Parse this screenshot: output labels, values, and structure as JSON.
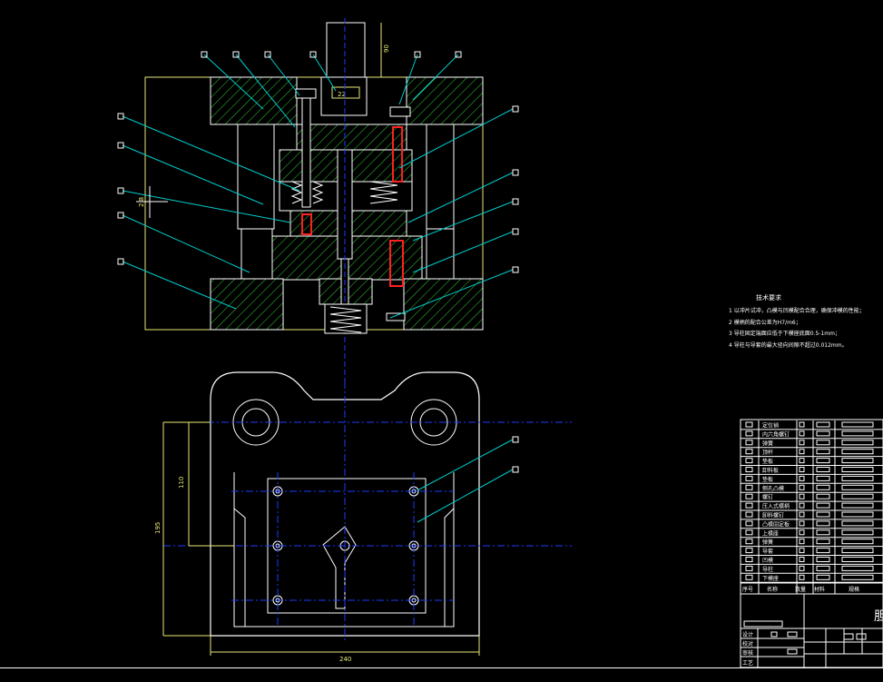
{
  "tech_requirements": {
    "title": "技术要求",
    "items": [
      "1 以冲片试冲，凸模与凹模配合合理，确保冲模的性能；",
      "2 模柄的配合公差为H7/m6；",
      "3 导柱固定端面应低于下模座底面0.5-1mm；",
      "4 导柱与导套的最大径向间隙不超过0.012mm。"
    ]
  },
  "dimensions": {
    "top_height": "90",
    "dim_side": "2.8",
    "inner_height": "110",
    "outer_height": "195",
    "width": "240"
  },
  "bom_rows": [
    "定位销",
    "内六角螺钉",
    "弹簧",
    "顶杆",
    "垫板",
    "卸料板",
    "垫板",
    "侧孔凸模",
    "螺钉",
    "压入式模柄",
    "卸料螺钉",
    "凸模固定板",
    "上模座",
    "弹簧",
    "导套",
    "凹模",
    "导柱",
    "下模座"
  ],
  "bom_header": [
    "序号",
    "名称",
    "数量",
    "材料",
    "规格"
  ],
  "title_block": {
    "signatures": [
      "设计",
      "校对",
      "审核",
      "工艺"
    ],
    "drawing_title_char": "胆"
  },
  "colors": {
    "background": "#000000",
    "outline": "#ffffff",
    "hatch": "#33cc33",
    "leader": "#00cccc",
    "centerline": "#1a3cff",
    "dimension": "#e8e878",
    "spring_red": "#ff2020"
  }
}
